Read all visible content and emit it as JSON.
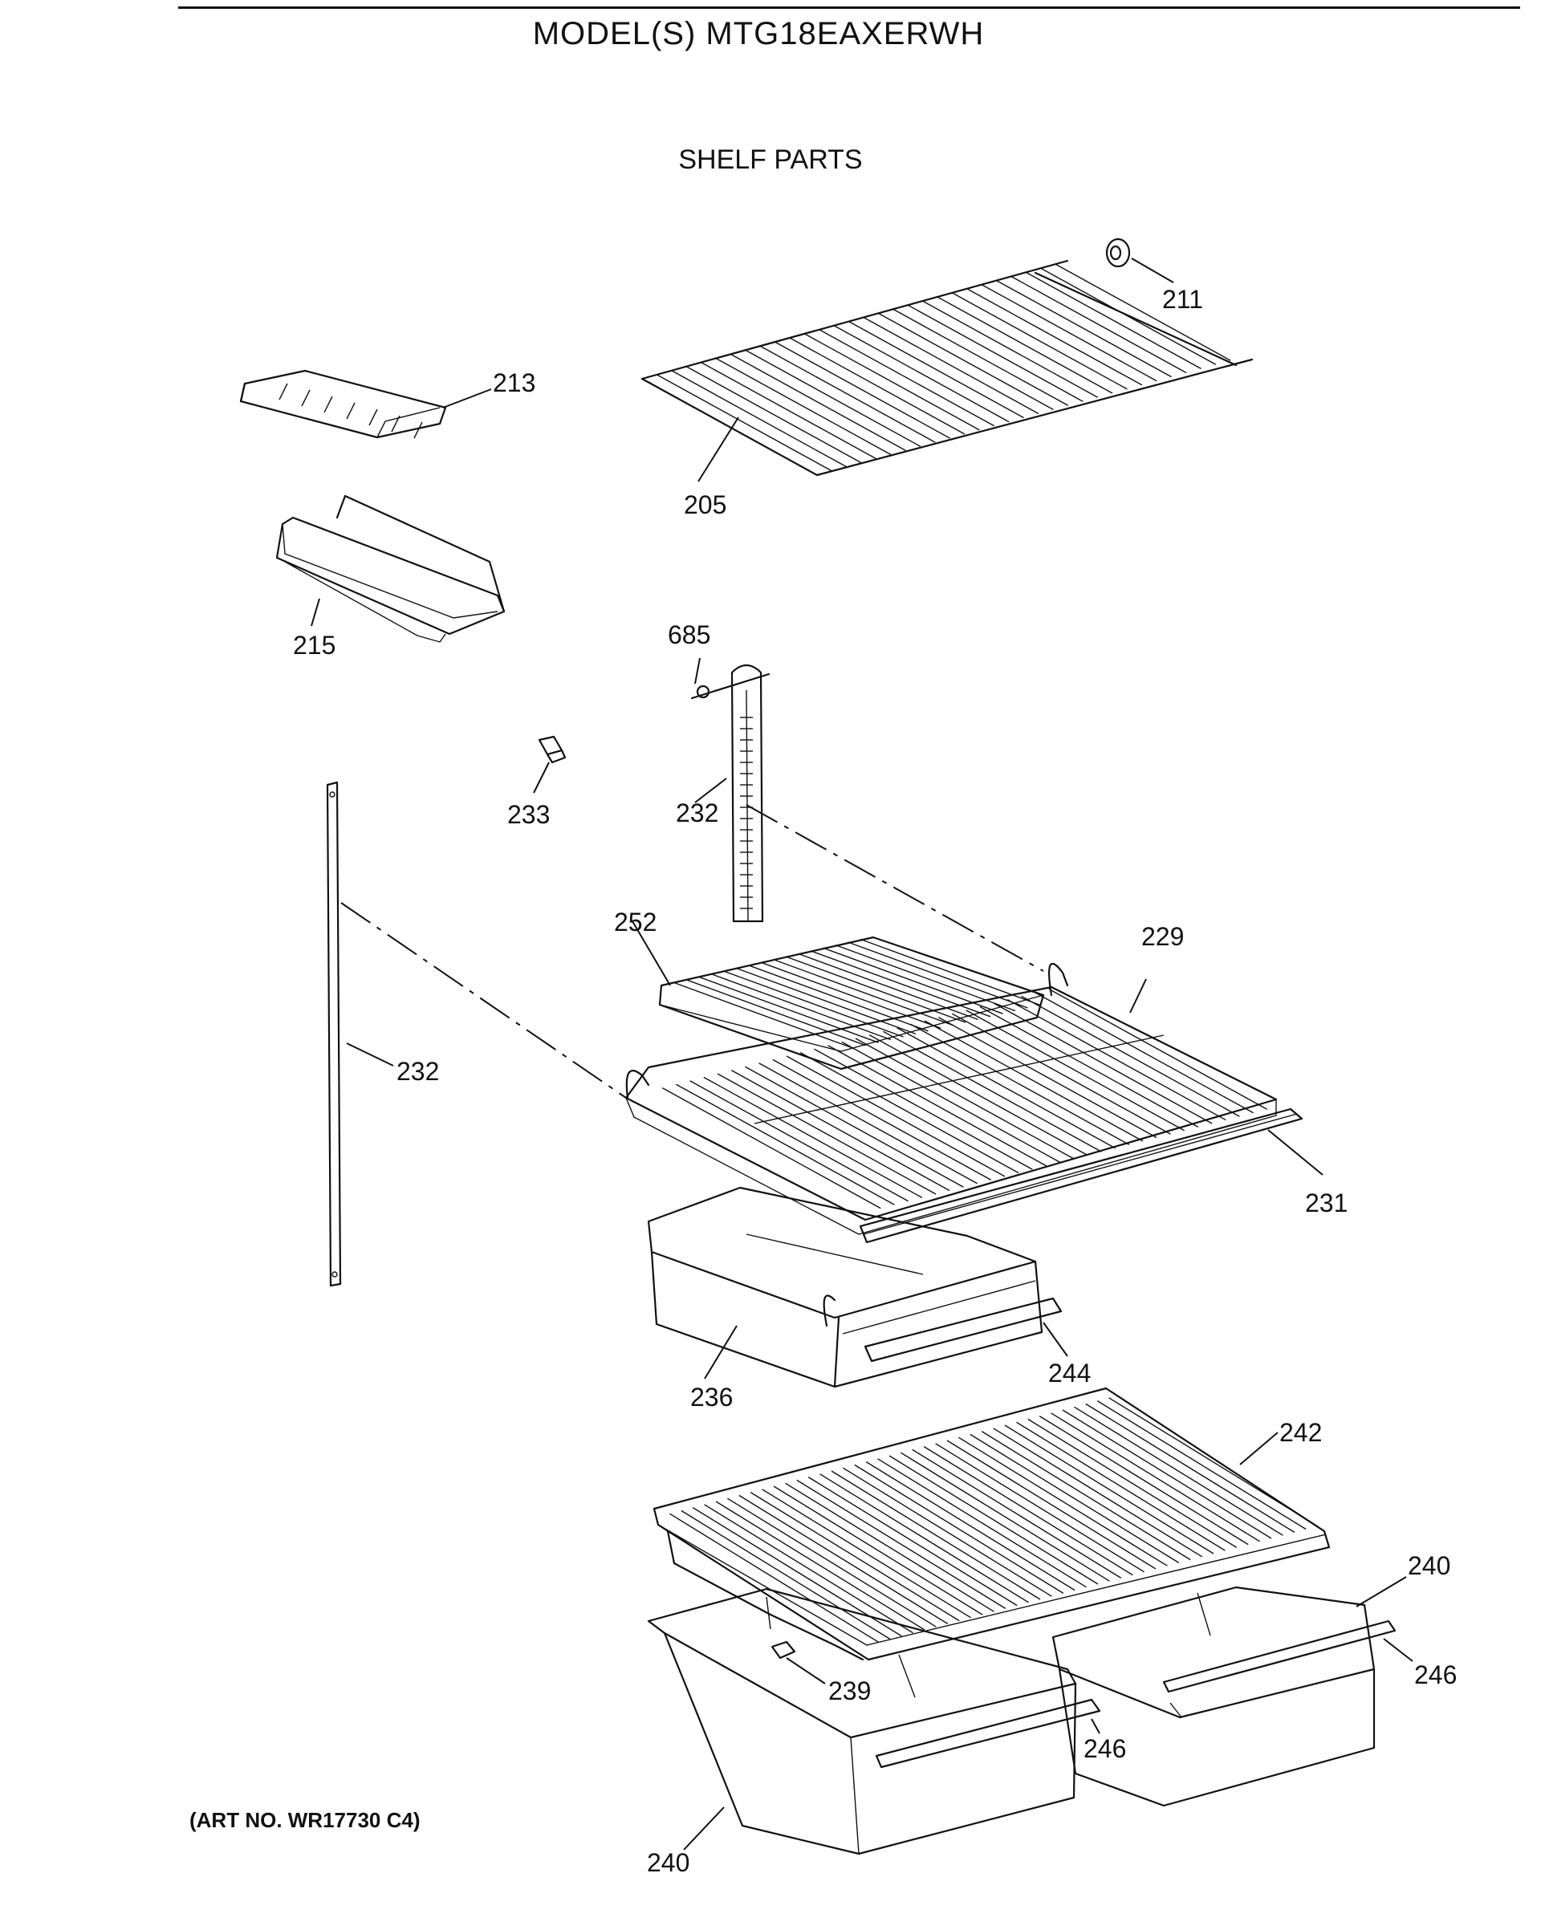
{
  "header": {
    "model": "MODEL(S) MTG18EAXERWH",
    "section_title": "SHELF PARTS"
  },
  "footer": {
    "art_number": "(ART NO. WR17730 C4)"
  },
  "callouts": [
    {
      "id": "c211",
      "label": "211"
    },
    {
      "id": "c213",
      "label": "213"
    },
    {
      "id": "c205",
      "label": "205"
    },
    {
      "id": "c215",
      "label": "215"
    },
    {
      "id": "c685",
      "label": "685"
    },
    {
      "id": "c233",
      "label": "233"
    },
    {
      "id": "c232a",
      "label": "232"
    },
    {
      "id": "c252",
      "label": "252"
    },
    {
      "id": "c229",
      "label": "229"
    },
    {
      "id": "c232b",
      "label": "232"
    },
    {
      "id": "c231",
      "label": "231"
    },
    {
      "id": "c236",
      "label": "236"
    },
    {
      "id": "c244",
      "label": "244"
    },
    {
      "id": "c242",
      "label": "242"
    },
    {
      "id": "c240a",
      "label": "240"
    },
    {
      "id": "c246a",
      "label": "246"
    },
    {
      "id": "c239",
      "label": "239"
    },
    {
      "id": "c246b",
      "label": "246"
    },
    {
      "id": "c240b",
      "label": "240"
    }
  ]
}
